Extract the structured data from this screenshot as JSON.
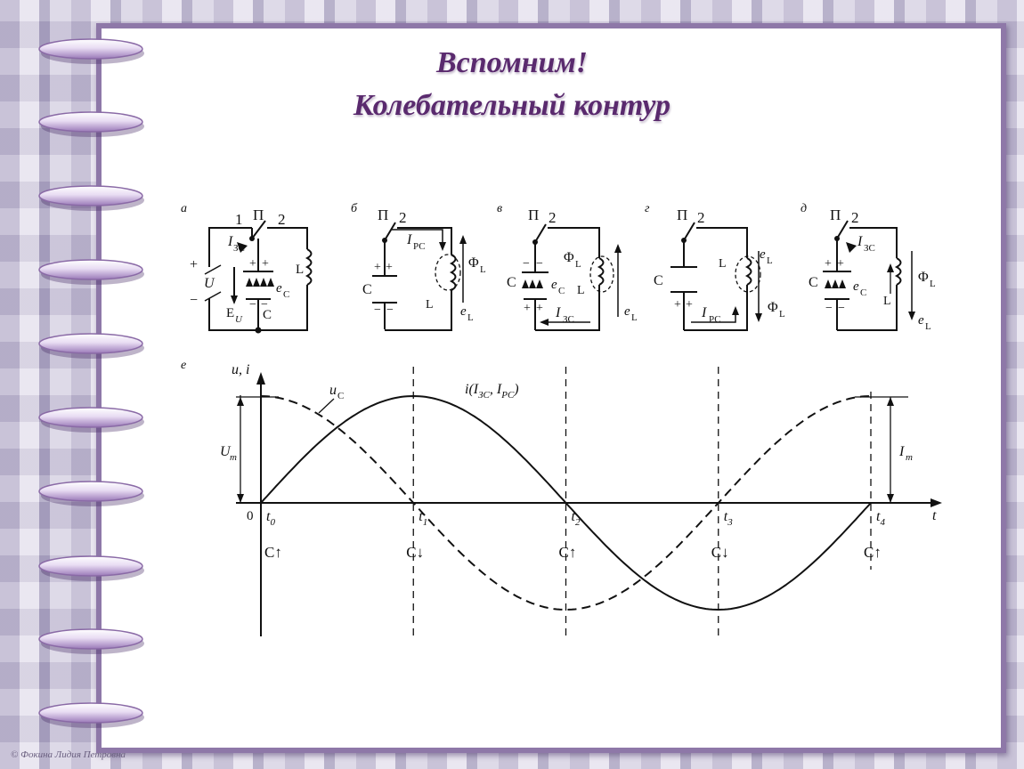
{
  "slide": {
    "title_line1": "Вспомним!",
    "title_line2": "Колебательный контур",
    "credit": "© Фокина Лидия Петровна"
  },
  "panels": {
    "a": {
      "letter": "а",
      "switch": "П",
      "pos1": "1",
      "pos2": "2",
      "plus": "+",
      "minus": "−",
      "source": "U",
      "emf_source": "E",
      "emf_source_sub": "U",
      "current": "I",
      "current_sub": "ЗС",
      "cap": "C",
      "cap_emf": "e",
      "cap_emf_sub": "C",
      "inductor": "L"
    },
    "b": {
      "letter": "б",
      "switch": "П",
      "pos2": "2",
      "current": "I",
      "current_sub": "РС",
      "cap": "C",
      "flux": "Φ",
      "flux_sub": "L",
      "inductor": "L",
      "emf": "e",
      "emf_sub": "L"
    },
    "v": {
      "letter": "в",
      "switch": "П",
      "pos2": "2",
      "flux": "Φ",
      "flux_sub": "L",
      "cap": "C",
      "cap_emf": "e",
      "cap_emf_sub": "C",
      "inductor": "L",
      "current": "I",
      "current_sub": "ЗС",
      "emf": "e",
      "emf_sub": "L"
    },
    "g": {
      "letter": "г",
      "switch": "П",
      "pos2": "2",
      "cap": "C",
      "inductor": "L",
      "emf": "e",
      "emf_sub": "L",
      "flux": "Φ",
      "flux_sub": "L",
      "current": "I",
      "current_sub": "РС"
    },
    "d": {
      "letter": "д",
      "switch": "П",
      "pos2": "2",
      "current": "I",
      "current_sub": "ЗС",
      "cap": "C",
      "cap_emf": "e",
      "cap_emf_sub": "C",
      "flux": "Φ",
      "flux_sub": "L",
      "inductor": "L",
      "emf": "e",
      "emf_sub": "L"
    }
  },
  "graph": {
    "letter": "е",
    "y_axis": "u, i",
    "x_axis": "t",
    "origin": "0",
    "uc_label": "u",
    "uc_sub": "C",
    "i_label": "i(I",
    "i_sub1": "ЗС",
    "i_sep": ", I",
    "i_sub2": "РС",
    "i_close": ")",
    "um": "U",
    "um_sub": "m",
    "im": "I",
    "im_sub": "m",
    "time_marks": [
      {
        "t": "t",
        "sub": "0",
        "state": "C↑"
      },
      {
        "t": "t",
        "sub": "1",
        "state": "C↓"
      },
      {
        "t": "t",
        "sub": "2",
        "state": "C↑"
      },
      {
        "t": "t",
        "sub": "3",
        "state": "C↓"
      },
      {
        "t": "t",
        "sub": "4",
        "state": "C↑"
      }
    ]
  },
  "chart_data": {
    "type": "line",
    "x": [
      0,
      0.25,
      0.5,
      0.75,
      1
    ],
    "series": [
      {
        "name": "u",
        "style": "dashed",
        "values": [
          1,
          0,
          -1,
          0,
          1
        ]
      },
      {
        "name": "i(I, I)",
        "style": "solid",
        "values": [
          0,
          1,
          0,
          -1,
          0
        ]
      }
    ],
    "xlabel": "t",
    "ylabel": "u, i",
    "ylim": [
      -1,
      1
    ],
    "grid": false
  },
  "colors": {
    "title": "#5a2a6e",
    "frame": "#8e78a8",
    "ink": "#111111"
  }
}
